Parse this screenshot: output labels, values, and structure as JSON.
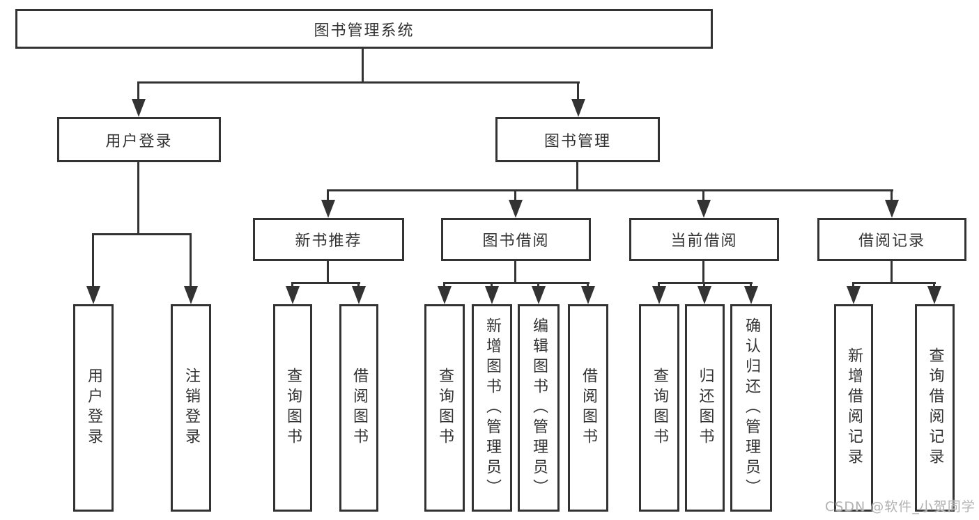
{
  "diagram": {
    "nodes": {
      "root": "图书管理系统",
      "user_login": "用户登录",
      "book_mgmt": "图书管理",
      "new_book_rec": "新书推荐",
      "book_borrow": "图书借阅",
      "current_borrow": "当前借阅",
      "borrow_record": "借阅记录",
      "leaf_user_login": "用户登录",
      "leaf_logout": "注销登录",
      "leaf_rec_query_books": "查询图书",
      "leaf_rec_borrow_books": "借阅图书",
      "leaf_bb_query_books": "查询图书",
      "leaf_bb_add_books_admin": "新增图书（管理员）",
      "leaf_bb_edit_books_admin": "编辑图书（管理员）",
      "leaf_bb_borrow_books": "借阅图书",
      "leaf_cb_query_books": "查询图书",
      "leaf_cb_return_books": "归还图书",
      "leaf_cb_confirm_return_admin": "确认归还（管理员）",
      "leaf_br_add_record": "新增借阅记录",
      "leaf_br_query_record": "查询借阅记录"
    },
    "colors": {
      "stroke": "#333333",
      "text": "#333333",
      "watermark": "#b1b1b1",
      "background": "#ffffff"
    },
    "watermark": "CSDN @软件_小贺同学"
  }
}
